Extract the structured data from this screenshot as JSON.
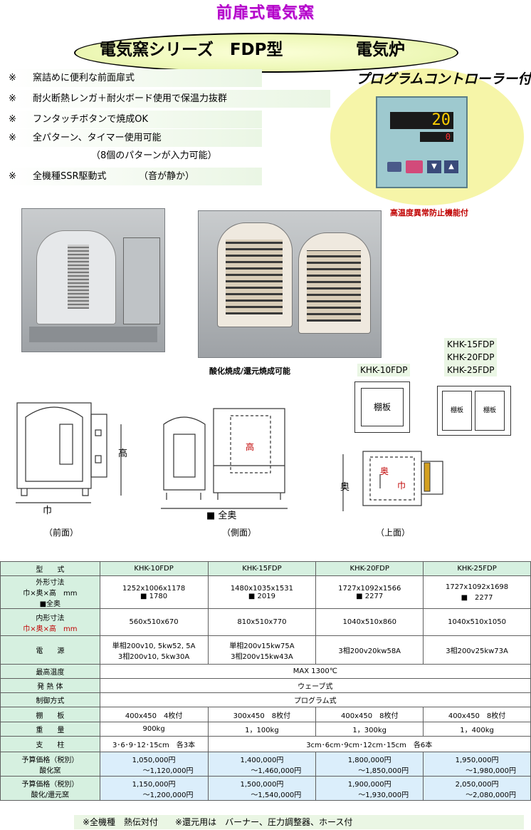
{
  "page": {
    "title": "前扉式電気窯",
    "banner": "電気窯シリーズ　FDP型",
    "banner_right": "電気炉"
  },
  "features": [
    {
      "mark": "※",
      "text": "窯詰めに便利な前面扉式"
    },
    {
      "mark": "※",
      "text": "耐火断熱レンガ＋耐火ボード使用で保温力抜群"
    },
    {
      "mark": "※",
      "text": "フンタッチボタンで焼成OK"
    },
    {
      "mark": "※",
      "text": "全パターン、タイマー使用可能"
    },
    {
      "mark": "",
      "text": "（8個のパターンが入力可能）"
    },
    {
      "mark": "※",
      "text": "全機種SSR駆動式　　　　（音が静か）"
    }
  ],
  "controller": {
    "title": "プログラムコントローラー付",
    "display_top": "20",
    "display_bottom": "0",
    "note": "高温度異常防止機能付"
  },
  "photo_caption": "酸化焼成/還元焼成可能",
  "model_groups": {
    "single": "KHK-10FDP",
    "double": [
      "KHK-15FDP",
      "KHK-20FDP",
      "KHK-25FDP"
    ],
    "shelf_label": "棚板"
  },
  "diagram_labels": {
    "front": "（前面）",
    "side": "（側面）",
    "top": "（上面）",
    "width": "巾",
    "height": "高",
    "depth": "奥",
    "total_depth": "■ 全奥"
  },
  "table": {
    "header_label": "型　　式",
    "models": [
      "KHK-10FDP",
      "KHK-15FDP",
      "KHK-20FDP",
      "KHK-25FDP"
    ],
    "rows": {
      "outer": {
        "label1": "外形寸法",
        "label2": "巾×奥×高　mm",
        "label3": "■全奥",
        "values": [
          [
            "1252x1006x1178",
            "■ 1780"
          ],
          [
            "1480x1035x1531",
            "■ 2019"
          ],
          [
            "1727x1092x1566",
            "■ 2277"
          ],
          [
            "1727x1092x1698",
            "■　2277"
          ]
        ]
      },
      "inner": {
        "label1": "内形寸法",
        "label2": "巾×奥×高　mm",
        "values": [
          "560x510x670",
          "810x510x770",
          "1040x510x860",
          "1040x510x1050"
        ]
      },
      "power": {
        "label": "電　　源",
        "values": [
          [
            "単相200v10, 5kw52, 5A",
            "3相200v10, 5kw30A"
          ],
          [
            "単相200v15kw75A",
            "3相200v15kw43A"
          ],
          [
            "3相200v20kw58A",
            ""
          ],
          [
            "3相200v25kw73A",
            ""
          ]
        ]
      },
      "max_temp": {
        "label": "最高温度",
        "value": "MAX 1300℃"
      },
      "heater": {
        "label": "発 熱 体",
        "value": "ウェーブ式"
      },
      "control": {
        "label": "制御方式",
        "value": "プログラム式"
      },
      "shelves": {
        "label": "棚　　板",
        "values": [
          "400x450　4枚付",
          "300x450　8枚付",
          "400x450　8枚付",
          "400x450　8枚付"
        ]
      },
      "weight": {
        "label": "重　　量",
        "values": [
          "900kg",
          "1，100kg",
          "1，300kg",
          "1，400kg"
        ]
      },
      "posts": {
        "label": "支　　柱",
        "first": "3･6･9･12･15cm　各3本",
        "rest": "3cm･6cm･9cm･12cm･15cm　各6本"
      },
      "price_ox": {
        "label1": "予算価格（税別）",
        "label2": "酸化窯",
        "values": [
          [
            "1,050,000円",
            "～1,120,000円"
          ],
          [
            "1,400,000円",
            "～1,460,000円"
          ],
          [
            "1,800,000円",
            "～1,850,000円"
          ],
          [
            "1,950,000円",
            "～1,980,000円"
          ]
        ]
      },
      "price_red": {
        "label1": "予算価格（税別）",
        "label2": "酸化/還元窯",
        "values": [
          [
            "1,150,000円",
            "～1,200,000円"
          ],
          [
            "1,500,000円",
            "～1,540,000円"
          ],
          [
            "1,900,000円",
            "～1,930,000円"
          ],
          [
            "2,050,000円",
            "～2,080,000円"
          ]
        ]
      }
    }
  },
  "bottom_note": "※全機種　熱伝対付　　※還元用は　バーナー、圧力調整器、ホース付",
  "colors": {
    "title": "#b400c8",
    "note_red": "#c00000",
    "price_bg": "#dbeefb",
    "header_bg": "#d6f0e0"
  }
}
